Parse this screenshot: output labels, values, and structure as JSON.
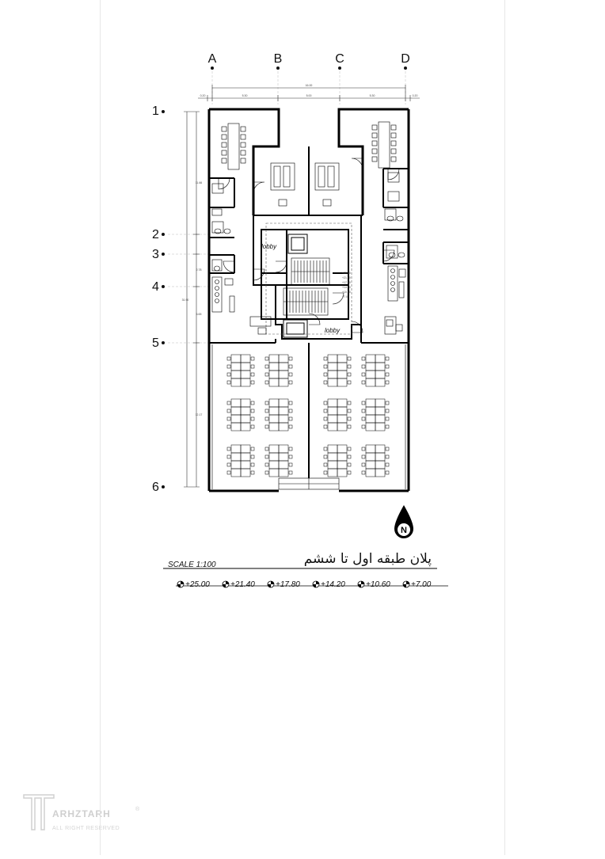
{
  "grid": {
    "letters": [
      "A",
      "B",
      "C",
      "D"
    ],
    "numbers": [
      "1",
      "2",
      "3",
      "4",
      "5",
      "6"
    ]
  },
  "dimensions": {
    "top_total": "16.00",
    "top_segments": [
      "0.20",
      "5.30",
      "5.00",
      "5.30",
      "0.20"
    ],
    "left_total": "31.90",
    "left_segments": [
      "11.66",
      "2.78",
      "6.65",
      "12.17"
    ]
  },
  "rooms": {
    "lobby_1": "lobby",
    "lobby_2": "lobby"
  },
  "stair_levels": [
    "+25.00",
    "+21.40",
    "+17.80",
    "+14.20",
    "+10.60",
    "+7.00"
  ],
  "title": "پلان  طبقه اول تا ششم",
  "scale": "SCALE  1:100",
  "levels": [
    "+25.00",
    "+21.40",
    "+17.80",
    "+14.20",
    "+10.60",
    "+7.00"
  ],
  "north_label": "N",
  "logo": {
    "name": "ARHZTARH",
    "subtitle": "ALL RIGHT RESERVED",
    "mark": "®"
  }
}
